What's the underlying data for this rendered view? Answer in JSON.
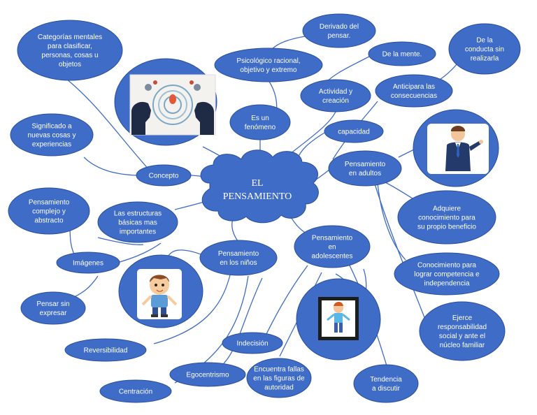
{
  "central": {
    "line1": "EL",
    "line2": "PENSAMIENTO"
  },
  "nodes": {
    "categorias": [
      "Categorías mentales",
      "para clasificar,",
      "personas, cosas u",
      "objetos"
    ],
    "derivado": [
      "Derivado del",
      "pensar."
    ],
    "psicologico": [
      "Psicológico racional,",
      "objetivo y extremo"
    ],
    "de_la_mente": [
      "De la mente."
    ],
    "conducta": [
      "De la",
      "conducta sin",
      "realizarla"
    ],
    "actividad": [
      "Actividad y",
      "creación"
    ],
    "anticipa": [
      "Anticipara las",
      "consecuencias"
    ],
    "es_un": [
      "Es un",
      "fenómeno"
    ],
    "capacidad": [
      "capacidad"
    ],
    "significado": [
      "Significado a",
      "nuevas cosas y",
      "experiencias"
    ],
    "concepto": [
      "Concepto"
    ],
    "adultos": [
      "Pensamiento",
      "en adultos"
    ],
    "complejo": [
      "Pensamiento",
      "complejo y",
      "abstracto"
    ],
    "estructuras": [
      "Las estructuras",
      "básicas mas",
      "importantes"
    ],
    "adquiere": [
      "Adquiere",
      "conocimiento para",
      "su propio beneficio"
    ],
    "ninos": [
      "Pensamiento",
      "en los niños"
    ],
    "adolescentes": [
      "Pensamiento",
      "en",
      "adolescentes"
    ],
    "imagenes": [
      "Imágenes"
    ],
    "competencia": [
      "Conocimiento para",
      "lograr competencia e",
      "independencia"
    ],
    "pensar_sin": [
      "Pensar sin",
      "expresar"
    ],
    "ejerce": [
      "Ejerce",
      "responsabilidad",
      "social y ante el",
      "núcleo familiar"
    ],
    "reversibilidad": [
      "Reversibilidad"
    ],
    "indecision": [
      "Indecisión"
    ],
    "egocentrismo": [
      "Egocentrismo"
    ],
    "fallas": [
      "Encuentra fallas",
      "en las figuras de",
      "autoridad"
    ],
    "tendencia": [
      "Tendencia",
      "a discutir"
    ],
    "centracion": [
      "Centración"
    ]
  },
  "colors": {
    "node": "#3f6cc6",
    "stroke": "#2a4f9a",
    "text": "#ffffff"
  },
  "icons": [
    "thinking-heads-image",
    "businessman-image",
    "boy-image",
    "teen-frame-image"
  ]
}
